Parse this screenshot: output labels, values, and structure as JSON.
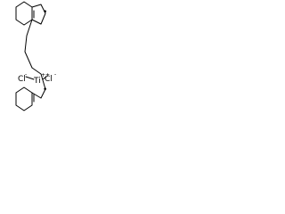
{
  "structure": {
    "atoms": {
      "ti": "Ti",
      "cl_left": "Cl",
      "cl_right": "Cl"
    },
    "charges": {
      "ti_charge": "++",
      "cl_left_charge": "-",
      "cl_right_charge": "-"
    },
    "radical_dot": "•",
    "colors": {
      "ink": "#000000",
      "background": "#ffffff"
    }
  }
}
